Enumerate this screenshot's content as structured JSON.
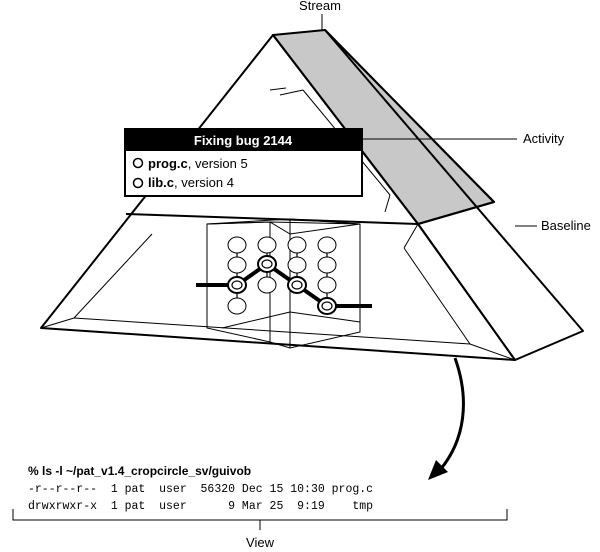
{
  "labels": {
    "stream": "Stream",
    "activity": "Activity",
    "baseline": "Baseline",
    "view": "View"
  },
  "activity_box": {
    "title": "Fixing bug 2144",
    "items": [
      {
        "file": "prog.c",
        "version": ",  version 5"
      },
      {
        "file": "lib.c",
        "version": ", version 4"
      }
    ]
  },
  "view_listing": {
    "command": "% ls -l ~/pat_v1.4_cropcircle_sv/guivob",
    "rows": [
      "-r--r--r--  1 pat  user  56320 Dec 15 10:30 prog.c",
      "drwxrwxr-x  1 pat  user      9 Mar 25  9:19    tmp"
    ]
  },
  "colors": {
    "stream_band": "#c8c8c8",
    "activity_header": "#000000",
    "outline": "#000000"
  }
}
